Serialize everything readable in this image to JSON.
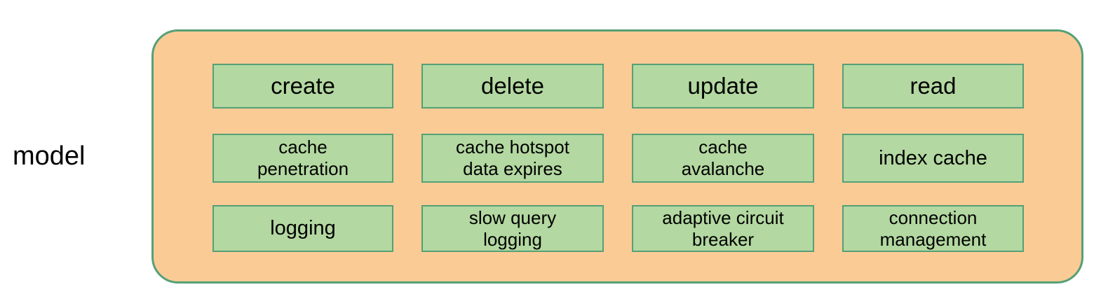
{
  "diagram": {
    "group_label": "model",
    "colors": {
      "container_fill": "#FBCB96",
      "container_border": "#55A077",
      "node_fill": "#B3D8A1",
      "node_border": "#55A077",
      "text": "#000000",
      "background": "#FFFFFF"
    },
    "grid": {
      "columns": 4,
      "rows": 3
    },
    "nodes": [
      {
        "id": "r1c1",
        "label": "create"
      },
      {
        "id": "r1c2",
        "label": "delete"
      },
      {
        "id": "r1c3",
        "label": "update"
      },
      {
        "id": "r1c4",
        "label": "read"
      },
      {
        "id": "r2c1",
        "label": "cache\npenetration"
      },
      {
        "id": "r2c2",
        "label": "cache hotspot\ndata expires"
      },
      {
        "id": "r2c3",
        "label": "cache\navalanche"
      },
      {
        "id": "r2c4",
        "label": "index cache"
      },
      {
        "id": "r3c1",
        "label": "logging"
      },
      {
        "id": "r3c2",
        "label": "slow query\nlogging"
      },
      {
        "id": "r3c3",
        "label": "adaptive circuit\nbreaker"
      },
      {
        "id": "r3c4",
        "label": "connection\nmanagement"
      }
    ]
  }
}
